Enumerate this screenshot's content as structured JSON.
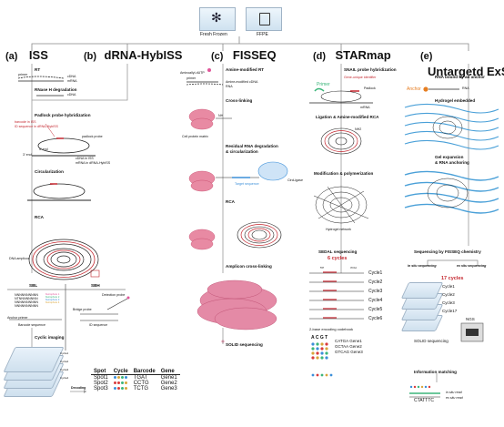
{
  "header": {
    "fresh_frozen": "Fresh Frozen",
    "ffpe": "FFPE"
  },
  "columns": [
    {
      "letter": "(a)",
      "title": "ISS"
    },
    {
      "letter": "(b)",
      "title": "dRNA-HybISS"
    },
    {
      "letter": "(c)",
      "title": "FISSEQ"
    },
    {
      "letter": "(d)",
      "title": "STARmap"
    },
    {
      "letter": "(e)",
      "title": "Untargetd ExSeq"
    }
  ],
  "iss": {
    "rt": "RT",
    "primer": "primer",
    "cdna": "cDNA",
    "mrna": "mRNA",
    "rnaseh": "RNase H degradation",
    "cdna2": "cDNA",
    "padlock_hyb": "Padlock probe hybridization",
    "barcode_note_1": "barcode in ISS",
    "barcode_note_2": "ID sequence in dRNA-HybISS",
    "padlock_probe": "padlock probe",
    "five_end": "5' end",
    "three_end": "3' end",
    "cdna_iss": "cDNA in ISS",
    "mrna_hyb": "mRNA in dRNA-HybISS",
    "circularization": "Circularization",
    "rca": "RCA",
    "amplicon": "DNA amplicon",
    "sbl": "SBL",
    "sbh": "SBH",
    "seq_rows": [
      "NNNNNNNNNN",
      "NTNNNNNNNN",
      "NNNNNNNNNN",
      "NNNNNNNNNN"
    ],
    "seq_tags": [
      "fluorophore 1",
      "fluorophore 2",
      "fluorophore 3",
      "fluorophore 4"
    ],
    "anchor_primer": "Anchor primer",
    "barcode_sequence": "Barcode sequence",
    "bridge_probe": "Bridge probe",
    "id_sequence": "ID sequence",
    "detection_probe": "Detection probe",
    "cyclic_imaging": "Cyclic imaging",
    "cycles": [
      "Cycle1",
      "Cycle2",
      "Cycle3",
      "Cycle4"
    ],
    "spots": [
      "Spot1",
      "Spot2",
      "Spot3"
    ],
    "decoding": "Decoding",
    "table_headers": [
      "Spot",
      "Cycle",
      "Barcode",
      "Gene"
    ],
    "table_rows": [
      [
        "Spot1",
        "TGAT",
        "Gene1"
      ],
      [
        "Spot2",
        "CCTG",
        "Gene2"
      ],
      [
        "Spot3",
        "TCTG",
        "Gene3"
      ]
    ],
    "dot_colors": [
      [
        "#3b8fd9",
        "#d9a53b",
        "#3bb57a",
        "#3b8fd9"
      ],
      [
        "#d93b3b",
        "#d93b3b",
        "#3bb57a",
        "#d9a53b"
      ],
      [
        "#3b8fd9",
        "#d93b3b",
        "#3bb57a",
        "#d9a53b"
      ]
    ]
  },
  "fisseq": {
    "aminoallyl": "Aminoallyl-dUTP",
    "amine_rt": "Amine-modified RT",
    "primer": "primer",
    "amine_cdna": "Amine-modified cDNA",
    "rna": "RNA",
    "crosslinking": "Cross-linking",
    "nh": "NH",
    "cell_matrix": "Cell protein matrix",
    "residual": "Residual RNA degradation",
    "circ": "& circularization",
    "circligase": "CircLigase",
    "target_seq": "Target sequence",
    "rca": "RCA",
    "amplicon_cross": "Amplicon cross-linking",
    "solid": "SOLID sequencing"
  },
  "starmap": {
    "snail": "SNAIL probe hybridization",
    "gene_id": "Gene-unique identifier",
    "primer": "Primer",
    "padlock": "Padlock",
    "mrna": "mRNA",
    "ligation": "Ligation & Amine-modified RCA",
    "nh2": "NH2",
    "modification": "Modification & polymerization",
    "hydrogel": "Hydrogel network",
    "sedal": "SEDAL sequencing",
    "six_cycles": "6 cycles",
    "cycles": [
      "Cycle1",
      "Cycle2",
      "Cycle3",
      "Cycle4",
      "Cycle5",
      "Cycle6"
    ],
    "codebook": "2-base encoding codebook",
    "codes": [
      "CATGA",
      "GCTAA",
      "GTCAG"
    ],
    "genes": [
      "Gene1",
      "Gene2",
      "Gene3"
    ],
    "acgt": "A C G T",
    "five_prime": "5'P",
    "three_prime": "3'OH"
  },
  "exseq": {
    "rna_anchor": "RNA bound by an anchor",
    "anchor": "Anchor",
    "rna": "RNA",
    "hydrogel": "Hydrogel embedded",
    "gel_exp": "Gel expansion",
    "rna_anch": "& RNA anchoring",
    "fisseq_chem": "Sequencing by FISSEQ chemistry",
    "in_situ": "in situ sequencing",
    "ex_situ": "ex situ sequencing",
    "seventeen": "17 cycles",
    "cycles": [
      "Cycle1",
      "Cycle2",
      "Cycle3",
      "Cycle17"
    ],
    "ellipsis": "...",
    "ngs": "NGS",
    "solid": "SOLID sequencing",
    "info": "Information matching",
    "read_seq": "CTATTTC",
    "in_read": "in situ read",
    "ex_read": "ex situ read"
  }
}
